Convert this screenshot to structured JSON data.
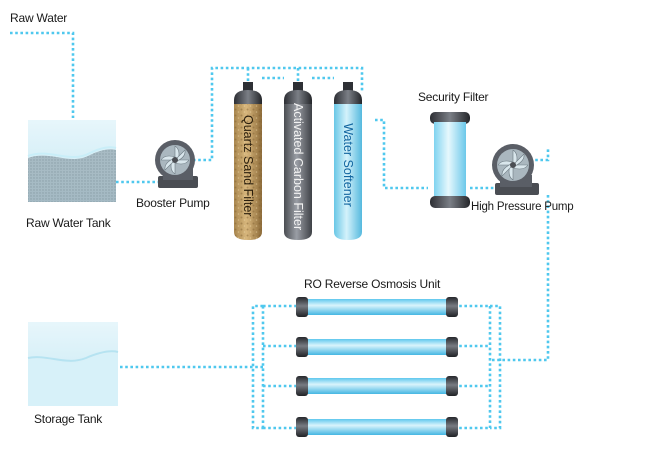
{
  "labels": {
    "raw_water": "Raw Water",
    "raw_water_tank": "Raw Water Tank",
    "booster_pump": "Booster Pump",
    "quartz_sand_filter": "Quartz Sand Filter",
    "activated_carbon_filter": "Activated Carbon Filter",
    "water_softener": "Water Softener",
    "security_filter": "Security Filter",
    "high_pressure_pump": "High Pressure Pump",
    "ro_unit": "RO Reverse Osmosis Unit",
    "storage_tank": "Storage Tank"
  },
  "colors": {
    "pipe": "#4fc8ee",
    "water": "#8fd9ee",
    "tank": "#c9ecf6",
    "cap": "#3b3d42",
    "pump_body": "#5a5e66"
  },
  "icons": [
    "pump-icon",
    "pump-icon",
    "filter-tank-icon",
    "cartridge-filter-icon",
    "membrane-tube-icon"
  ]
}
